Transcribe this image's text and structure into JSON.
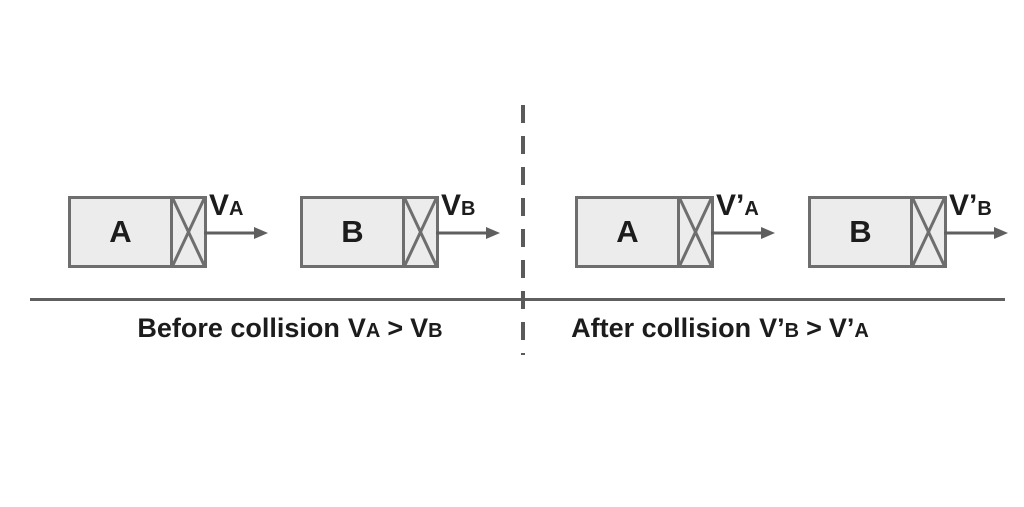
{
  "colors": {
    "background": "#ffffff",
    "block_fill": "#ececec",
    "block_border": "#6e6e6e",
    "line": "#5f5f5f",
    "text": "#1c1c1c"
  },
  "panels": [
    {
      "name": "before-collision",
      "blocks": [
        {
          "label": "A",
          "v_base": "V",
          "v_sub": "A"
        },
        {
          "label": "B",
          "v_base": "V",
          "v_sub": "B"
        }
      ],
      "caption_text": "Before collision",
      "caption_v1_base": "V",
      "caption_v1_sub": "A",
      "caption_op": ">",
      "caption_v2_base": "V",
      "caption_v2_sub": "B"
    },
    {
      "name": "after-collision",
      "blocks": [
        {
          "label": "A",
          "v_base": "V’",
          "v_sub": "A"
        },
        {
          "label": "B",
          "v_base": "V’",
          "v_sub": "B"
        }
      ],
      "caption_text": "After collision",
      "caption_v1_base": "V’",
      "caption_v1_sub": "B",
      "caption_op": ">",
      "caption_v2_base": "V’",
      "caption_v2_sub": "A"
    }
  ]
}
